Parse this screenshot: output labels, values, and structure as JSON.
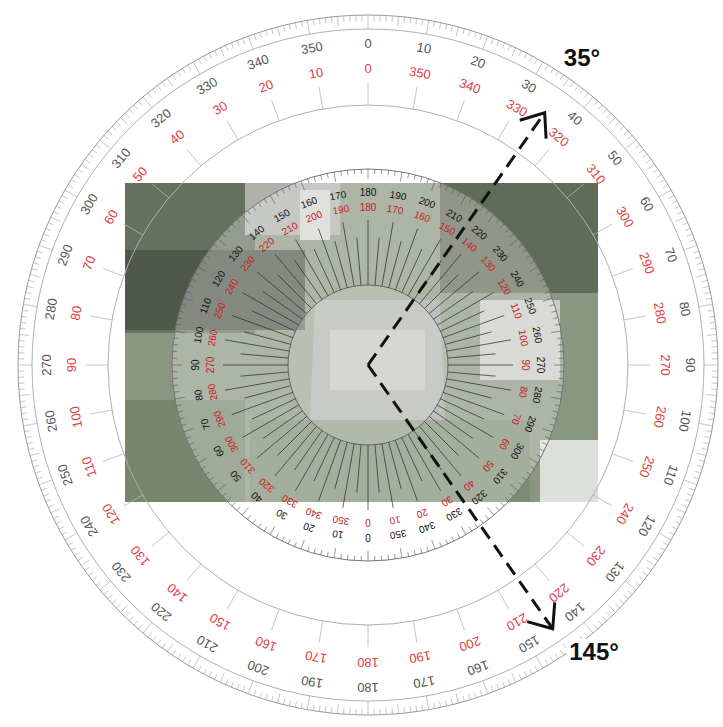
{
  "diagram": {
    "labels": [
      "35°",
      "145°",
      "0",
      "10",
      "20",
      "30",
      "40",
      "50",
      "60",
      "70",
      "80",
      "90",
      "100",
      "110",
      "120",
      "130",
      "140",
      "150",
      "160",
      "170",
      "180",
      "190",
      "200",
      "210",
      "220",
      "230",
      "240",
      "250",
      "260",
      "270",
      "280",
      "290",
      "300",
      "310",
      "320",
      "330",
      "340",
      "350",
      "0",
      "10",
      "20",
      "30",
      "40",
      "50",
      "60",
      "70",
      "80",
      "90",
      "100",
      "110",
      "120",
      "130",
      "140",
      "150",
      "160",
      "170",
      "180",
      "190",
      "200",
      "210",
      "220",
      "230",
      "240",
      "250",
      "260",
      "270",
      "280",
      "290",
      "300",
      "310",
      "320",
      "330",
      "340",
      "350",
      "0",
      "10",
      "20",
      "30",
      "40",
      "50",
      "60",
      "70",
      "80",
      "90",
      "100",
      "110",
      "120",
      "130",
      "140",
      "150",
      "160",
      "170",
      "180",
      "190",
      "200",
      "210",
      "220",
      "230",
      "240",
      "250",
      "260",
      "270",
      "280",
      "290",
      "300",
      "310",
      "320",
      "330",
      "340",
      "350",
      "0",
      "10",
      "20",
      "30",
      "40",
      "50",
      "60",
      "70",
      "80",
      "90",
      "100",
      "110",
      "120",
      "130",
      "140",
      "150",
      "160",
      "170",
      "180",
      "190",
      "200",
      "210",
      "220",
      "230",
      "240",
      "250",
      "260",
      "270",
      "280",
      "290",
      "300",
      "310",
      "320",
      "330",
      "340",
      "350"
    ]
  }
}
